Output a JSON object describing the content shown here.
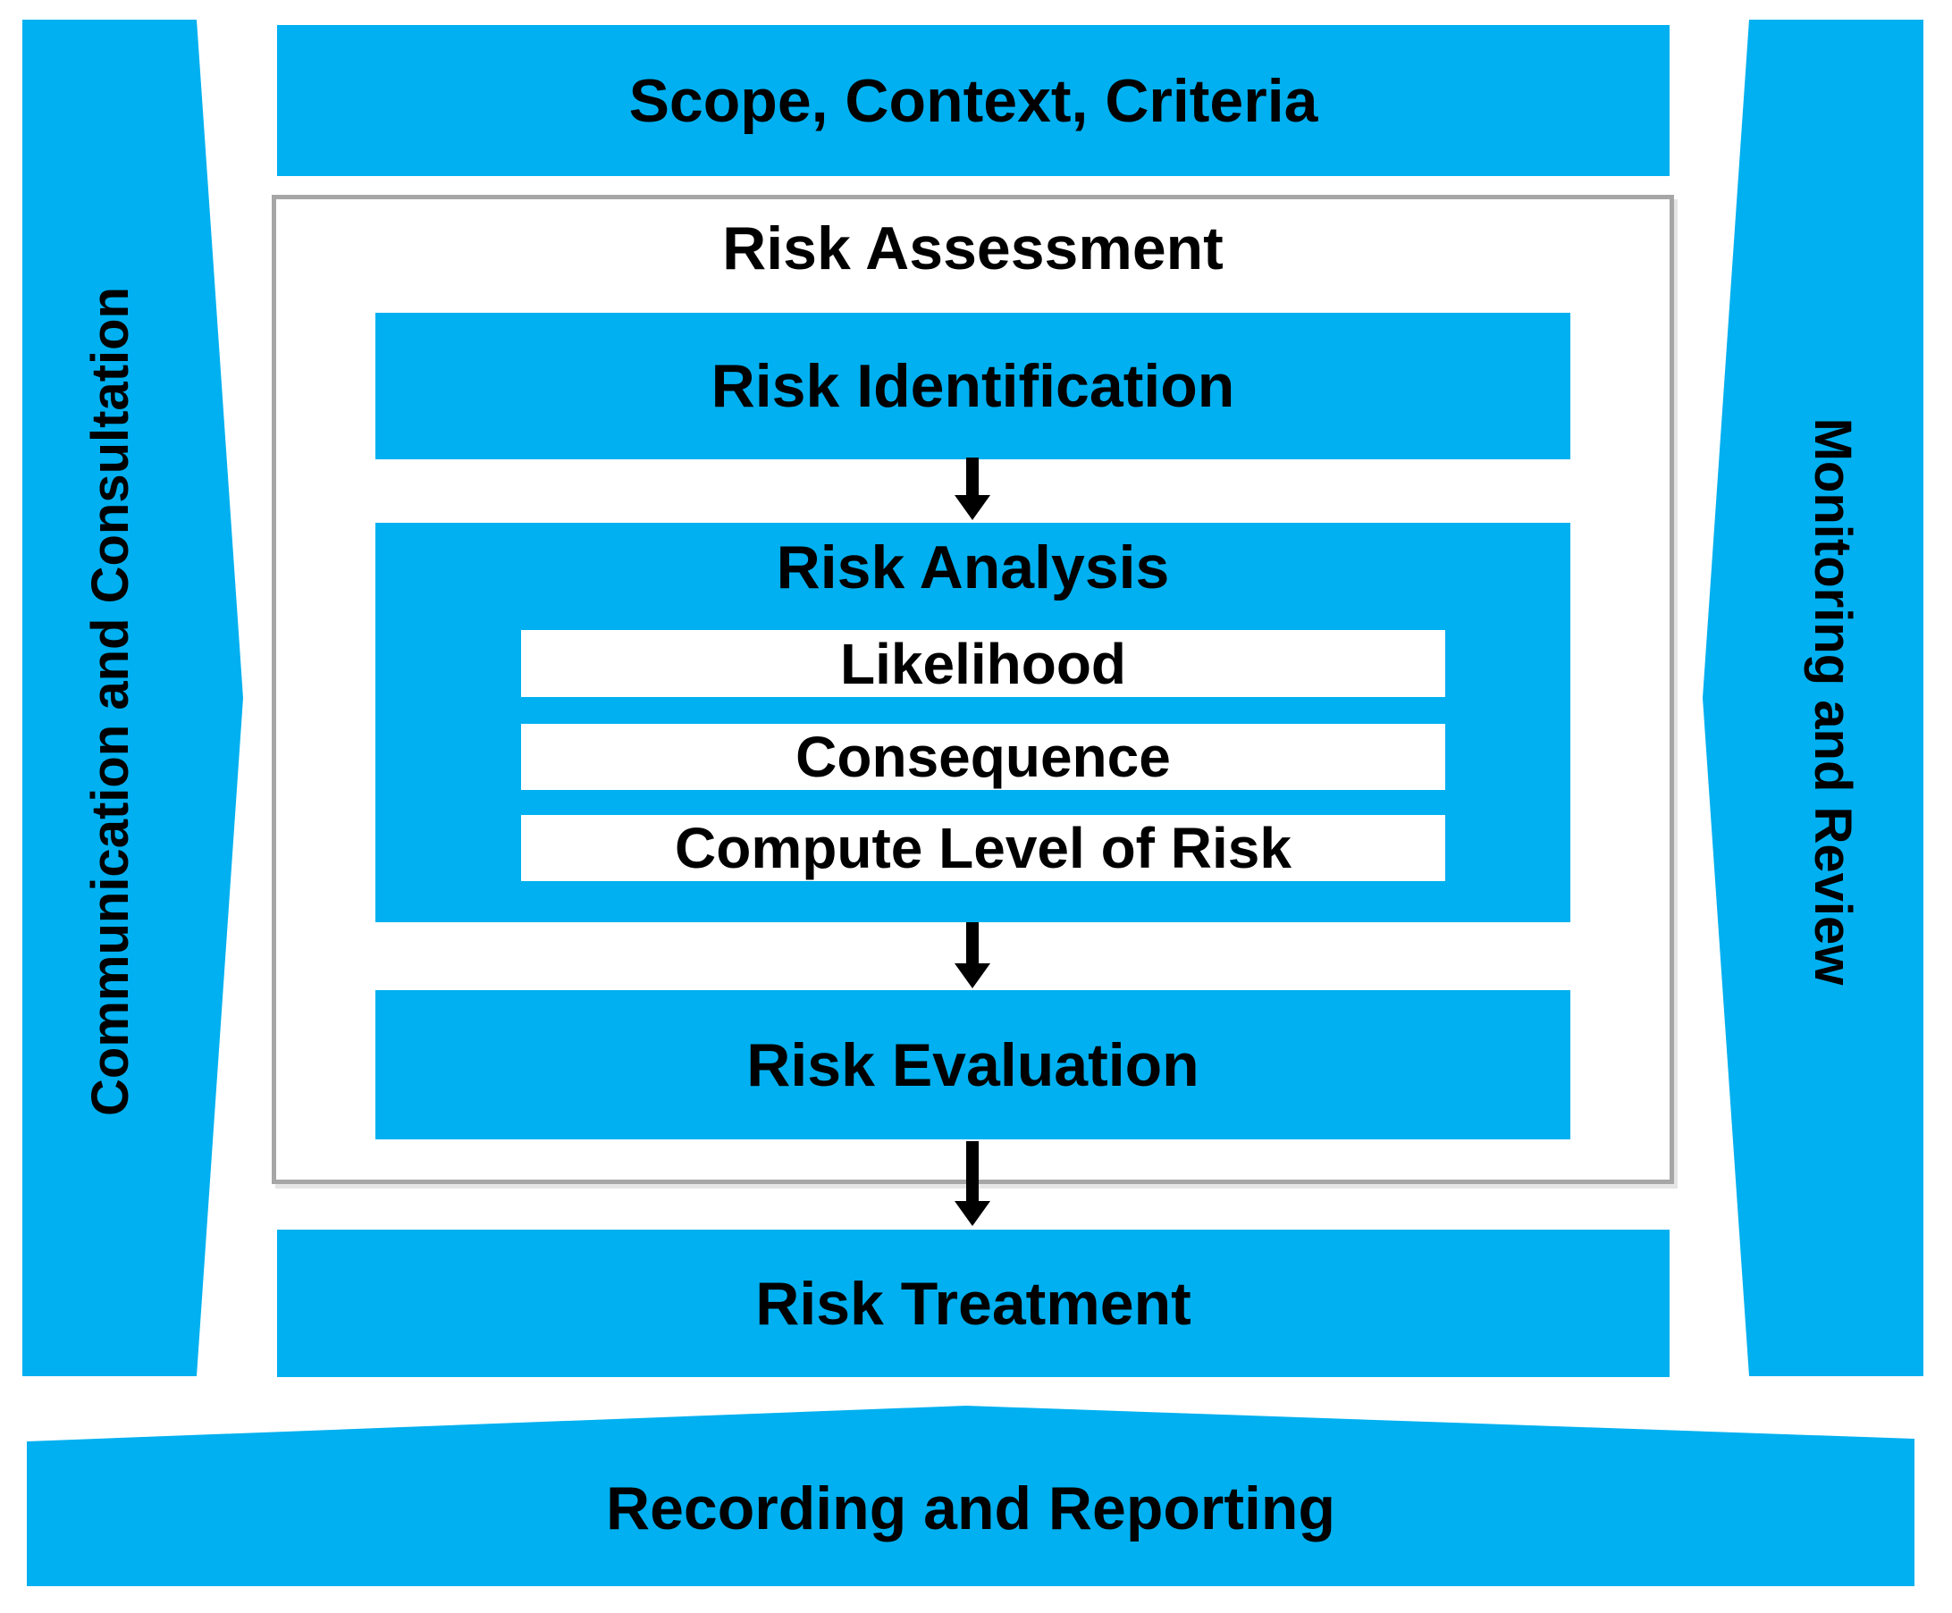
{
  "colors": {
    "accent": "#00B0F0",
    "box_border": "#A6A6A6",
    "label": "#000000",
    "background": "#FFFFFF"
  },
  "sidebars": {
    "left": {
      "label": "Communication and Consultation"
    },
    "right": {
      "label": "Monitoring and Review"
    }
  },
  "top_bar": {
    "label": "Scope, Context, Criteria"
  },
  "risk_assessment": {
    "title": "Risk Assessment",
    "identification": {
      "label": "Risk Identification"
    },
    "analysis": {
      "title": "Risk Analysis",
      "items": [
        {
          "label": "Likelihood"
        },
        {
          "label": "Consequence"
        },
        {
          "label": "Compute Level of Risk"
        }
      ]
    },
    "evaluation": {
      "label": "Risk Evaluation"
    }
  },
  "treatment": {
    "label": "Risk Treatment"
  },
  "recording": {
    "label": "Recording and Reporting"
  }
}
